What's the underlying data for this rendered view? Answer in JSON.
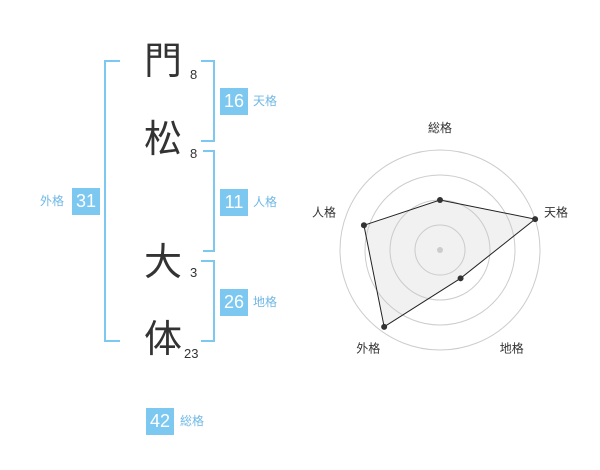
{
  "name": {
    "chars": [
      {
        "char": "門",
        "strokes": "8"
      },
      {
        "char": "松",
        "strokes": "8"
      },
      {
        "char": "大",
        "strokes": "3"
      },
      {
        "char": "体",
        "strokes": "23"
      }
    ]
  },
  "kakusu": {
    "tenkaku": {
      "value": "16",
      "label": "天格"
    },
    "jinkaku": {
      "value": "11",
      "label": "人格"
    },
    "chikaku": {
      "value": "26",
      "label": "地格"
    },
    "gaikaku": {
      "value": "31",
      "label": "外格"
    },
    "soukaku": {
      "value": "42",
      "label": "総格"
    }
  },
  "colors": {
    "accent": "#7dc8f0",
    "accent_text": "#6fb8e6",
    "text": "#333333"
  },
  "chart_data": {
    "type": "radar",
    "axes": [
      "総格",
      "天格",
      "地格",
      "外格",
      "人格"
    ],
    "values": [
      0.5,
      1.0,
      0.35,
      0.95,
      0.8
    ],
    "range": [
      0,
      1
    ],
    "rings": 4
  }
}
